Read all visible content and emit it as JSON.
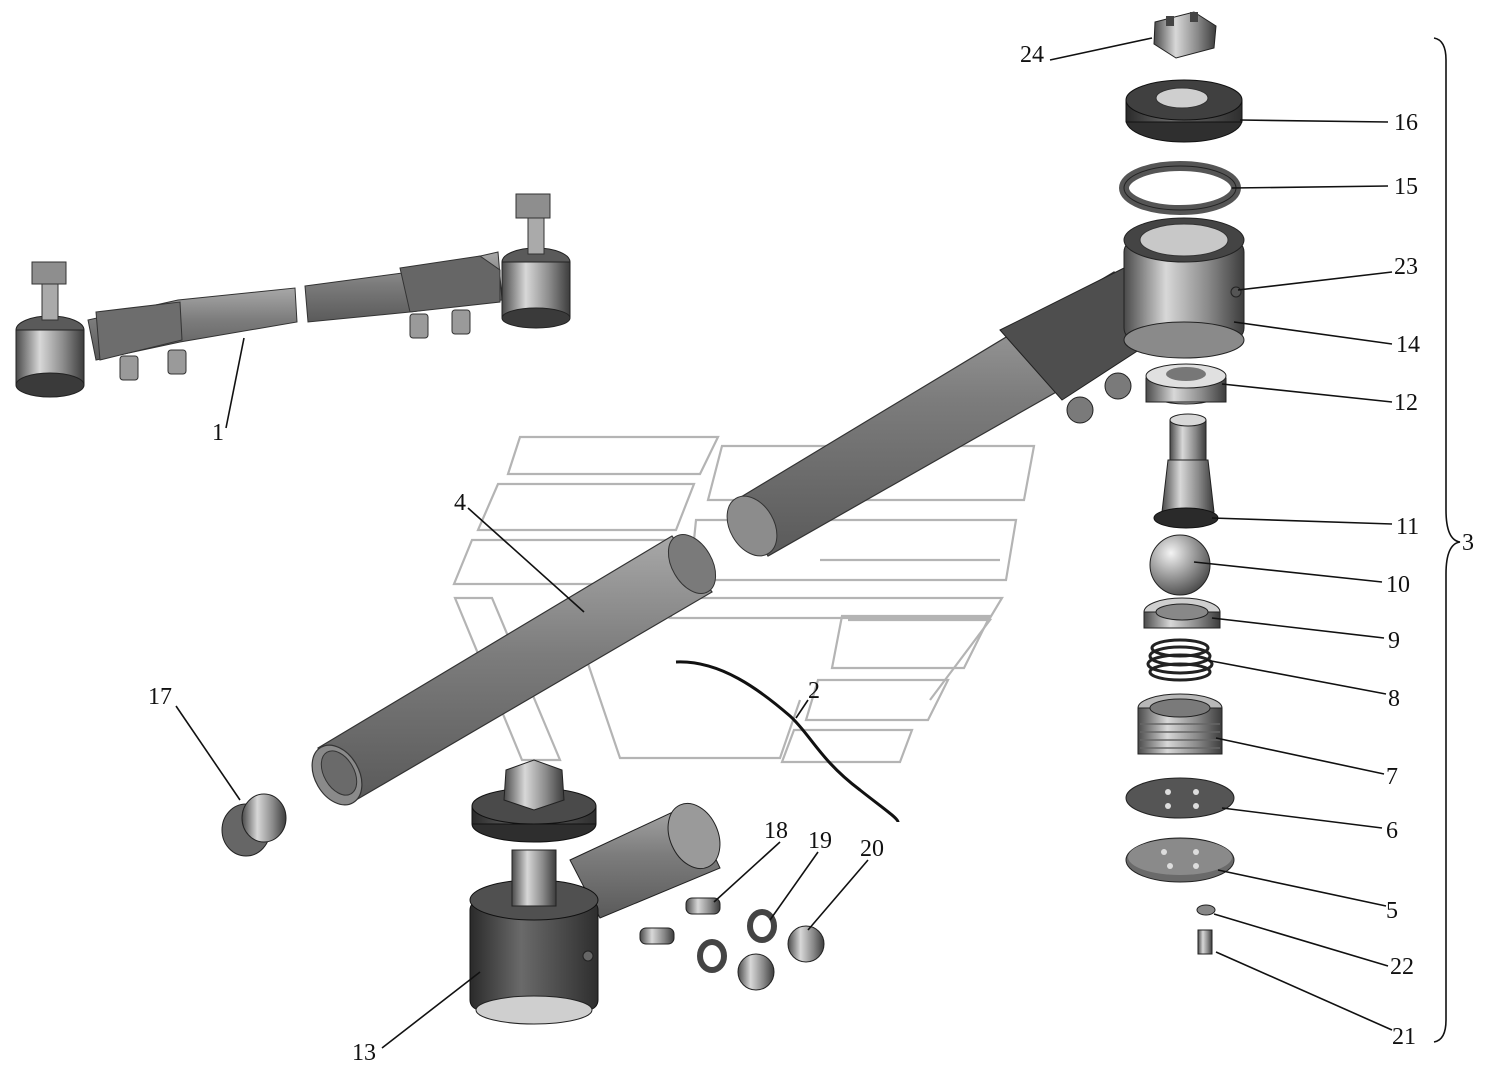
{
  "callouts": {
    "c1": "1",
    "c2": "2",
    "c3": "3",
    "c4": "4",
    "c5": "5",
    "c6": "6",
    "c7": "7",
    "c8": "8",
    "c9": "9",
    "c10": "10",
    "c11": "11",
    "c12": "12",
    "c13": "13",
    "c14": "14",
    "c15": "15",
    "c16": "16",
    "c17": "17",
    "c18": "18",
    "c19": "19",
    "c20": "20",
    "c21": "21",
    "c22": "22",
    "c23": "23",
    "c24": "24"
  },
  "colors": {
    "metal_dark": "#3a3a3a",
    "metal_mid": "#7a7a7a",
    "metal_light": "#d6d6d6",
    "rod": "#808080",
    "watermark": "#b4b4b4"
  }
}
